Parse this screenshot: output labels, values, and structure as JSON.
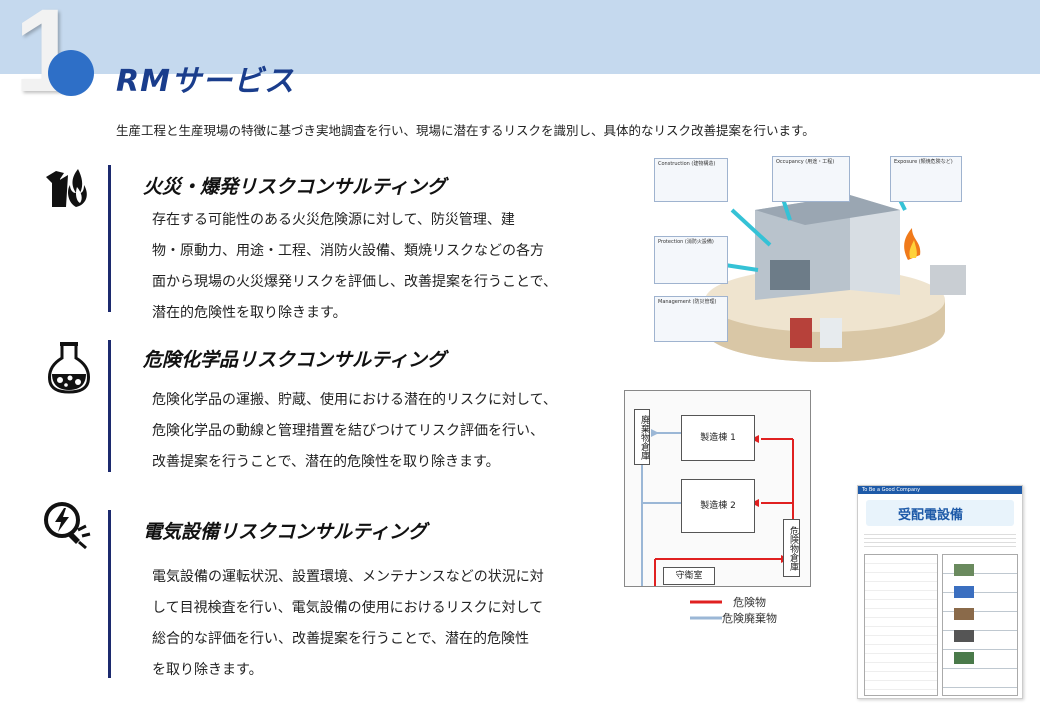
{
  "header": {
    "number": "1",
    "title": "RMサービス",
    "intro": "生産工程と生産現場の特徴に基づき実地調査を行い、現場に潜在するリスクを識別し、具体的なリスク改善提案を行います。"
  },
  "sections": [
    {
      "icon": "fire-icon",
      "title": "火災・爆発リスクコンサルティング",
      "lines": [
        "存在する可能性のある火災危険源に対して、防災管理、建",
        "物・原動力、用途・工程、消防火設備、類焼リスクなどの各方",
        "面から現場の火災爆発リスクを評価し、改善提案を行うことで、",
        "潜在的危険性を取り除きます。"
      ]
    },
    {
      "icon": "flask-icon",
      "title": "危険化学品リスクコンサルティング",
      "lines": [
        "危険化学品の運搬、貯蔵、使用における潜在的リスクに対して、",
        "危険化学品の動線と管理措置を結びつけてリスク評価を行い、",
        "改善提案を行うことで、潜在的危険性を取り除きます。"
      ]
    },
    {
      "icon": "electric-plug-icon",
      "title": "電気設備リスクコンサルティング",
      "lines": [
        "電気設備の運転状況、設置環境、メンテナンスなどの状況に対",
        "して目視検査を行い、電気設備の使用におけるリスクに対して",
        "総合的な評価を行い、改善提案を行うことで、潜在的危険性",
        "を取り除きます。"
      ]
    }
  ],
  "illustration_callouts": [
    "Construction (建物構造)",
    "Occupancy (用途・工程)",
    "Exposure (類焼危険など)",
    "Protection (消防火設備)",
    "Management (防災管理)"
  ],
  "flow_diagram": {
    "waste_storage": "廃棄物倉庫",
    "building1": "製造棟 1",
    "building2": "製造棟 2",
    "hazard_storage": "危険物倉庫",
    "guard_room": "守衛室",
    "legend_hazard": "危険物",
    "legend_waste": "危険廃棄物",
    "colors": {
      "hazard": "#e02020",
      "waste": "#9bb7d6"
    }
  },
  "thumbnail": {
    "brand": "To Be a Good Company",
    "title": "受配電設備"
  },
  "colors": {
    "band": "#c5d9ee",
    "accent": "#2e6fc7",
    "title": "#1a3d8c",
    "bar": "#1c2a6e"
  }
}
